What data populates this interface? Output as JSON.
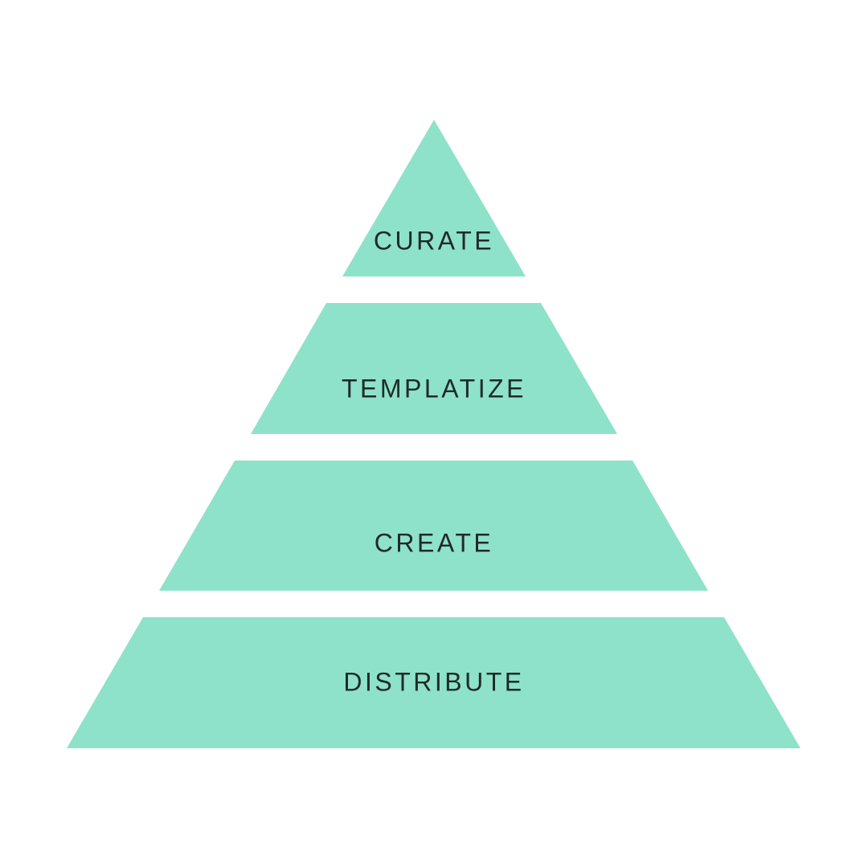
{
  "colors": {
    "tier_fill": "#8ee2ca",
    "label_text": "#1f2a27",
    "background": "#ffffff"
  },
  "tiers": [
    {
      "label": "CURATE"
    },
    {
      "label": "TEMPLATIZE"
    },
    {
      "label": "CREATE"
    },
    {
      "label": "DISTRIBUTE"
    }
  ]
}
